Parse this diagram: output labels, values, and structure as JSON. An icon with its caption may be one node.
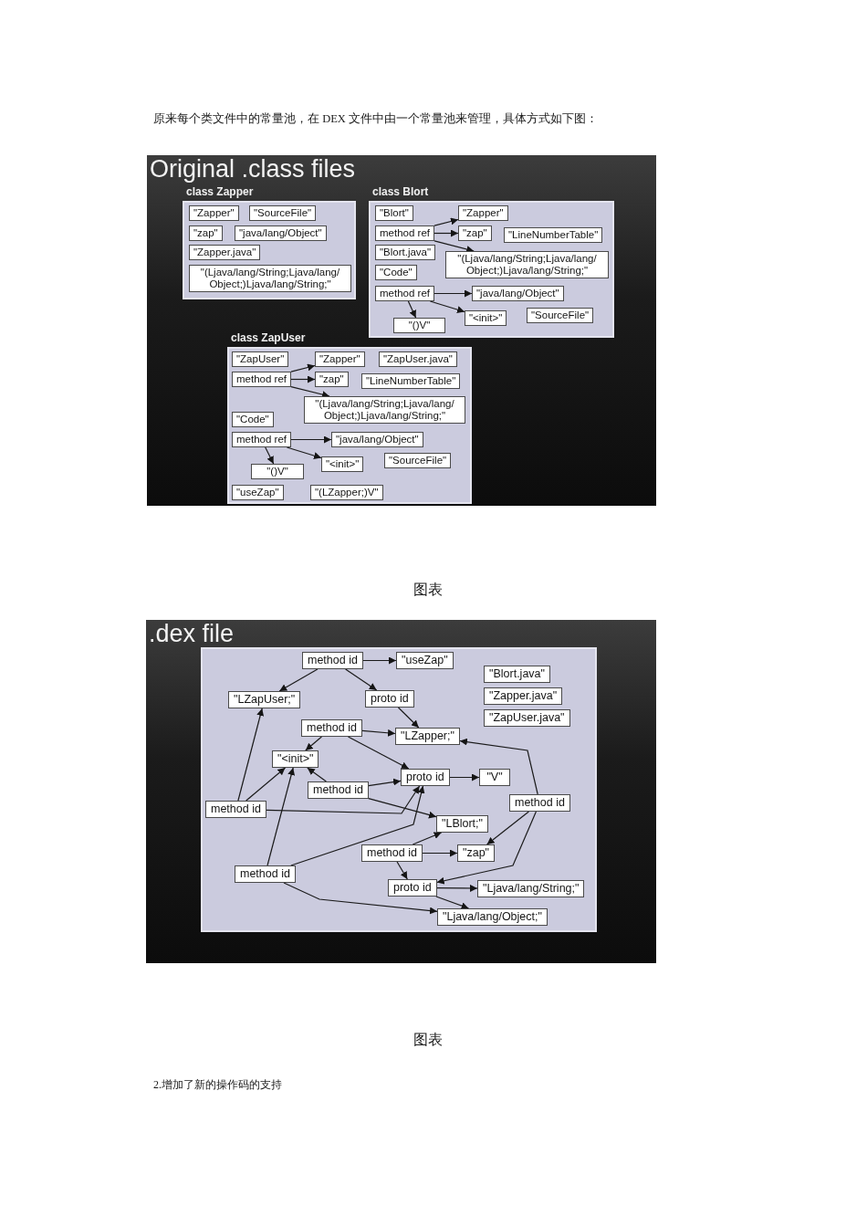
{
  "diagram": {
    "nodes": [
      {
        "text": [
          "Original .class files"
        ]
      },
      {
        "text": [
          "class Zapper"
        ],
        "in": 0
      },
      {
        "text": [
          "\"Zapper\""
        ],
        "in": 1
      },
      {
        "text": [
          "\"SourceFile\""
        ],
        "in": 1
      },
      {
        "text": [
          "\"zap\""
        ],
        "in": 1
      },
      {
        "text": [
          "\"java/lang/Object\""
        ],
        "in": 1
      },
      {
        "text": [
          "\"Zapper.java\""
        ],
        "in": 1
      },
      {
        "text": [
          "\"(Ljava/lang/String;Ljava/lang/ Object;)Ljava/lang/String;\""
        ],
        "in": 1
      },
      {
        "text": [
          "class Blort"
        ],
        "in": 0
      },
      {
        "text": [
          "\"Blort\""
        ],
        "in": 8
      },
      {
        "text": [
          "\"Zapper\""
        ],
        "in": 8
      },
      {
        "text": [
          "method ref"
        ],
        "in": 8
      },
      {
        "text": [
          "\"zap\""
        ],
        "in": 8
      },
      {
        "text": [
          "\"LineNumberTable\""
        ],
        "in": 8
      },
      {
        "text": [
          "\"Blort.java\""
        ],
        "in": 8
      },
      {
        "text": [
          "\"(Ljava/lang/String;Ljava/lang/ Object;)Ljava/lang/String;\""
        ],
        "in": 8
      },
      {
        "text": [
          "\"Code\""
        ],
        "in": 8
      },
      {
        "text": [
          "method ref"
        ],
        "in": 8
      },
      {
        "text": [
          "\"java/lang/Object\""
        ],
        "in": 8
      },
      {
        "text": [
          "\"<init>\""
        ],
        "in": 8
      },
      {
        "text": [
          "\"SourceFile\""
        ],
        "in": 8
      },
      {
        "text": [
          "\"()V\""
        ],
        "in": 8
      },
      {
        "text": [
          "class ZapUser"
        ],
        "in": 0
      },
      {
        "text": [
          "\"ZapUser\""
        ],
        "in": 22
      },
      {
        "text": [
          "\"Zapper\""
        ],
        "in": 22
      },
      {
        "text": [
          "\"ZapUser.java\""
        ],
        "in": 22
      },
      {
        "text": [
          "method ref"
        ],
        "in": 22
      },
      {
        "text": [
          "\"zap\""
        ],
        "in": 22
      },
      {
        "text": [
          "\"LineNumberTable\""
        ],
        "in": 22
      },
      {
        "text": [
          "\"(Ljava/lang/String;Ljava/lang/ Object;)Ljava/lang/String;\""
        ],
        "in": 22
      },
      {
        "text": [
          "\"Code\""
        ],
        "in": 22
      },
      {
        "text": [
          "method ref"
        ],
        "in": 22
      },
      {
        "text": [
          "\"java/lang/Object\""
        ],
        "in": 22
      },
      {
        "text": [
          "\"<init>\""
        ],
        "in": 22
      },
      {
        "text": [
          "\"SourceFile\""
        ],
        "in": 22
      },
      {
        "text": [
          "\"()V\""
        ],
        "in": 22
      },
      {
        "text": [
          "\"useZap\""
        ],
        "in": 22
      },
      {
        "text": [
          "\"(LZapper;)V\""
        ],
        "in": 22
      },
      {
        "text": [
          ".dex file"
        ]
      },
      {
        "text": [],
        "shape": "box",
        "in": 38
      },
      {
        "text": [
          "method id"
        ],
        "in": 39
      },
      {
        "text": [
          "\"useZap\""
        ],
        "in": 39
      },
      {
        "text": [
          "\"Blort.java\""
        ],
        "in": 39
      },
      {
        "text": [
          "\"LZapUser;\""
        ],
        "in": 39
      },
      {
        "text": [
          "proto id"
        ],
        "in": 39
      },
      {
        "text": [
          "\"Zapper.java\""
        ],
        "in": 39
      },
      {
        "text": [
          "\"ZapUser.java\""
        ],
        "in": 39
      },
      {
        "text": [
          "method id"
        ],
        "in": 39
      },
      {
        "text": [
          "\"LZapper;\""
        ],
        "in": 39
      },
      {
        "text": [
          "\"<init>\""
        ],
        "in": 39
      },
      {
        "text": [
          "proto id"
        ],
        "in": 39
      },
      {
        "text": [
          "\"V\""
        ],
        "in": 39
      },
      {
        "text": [
          "method id"
        ],
        "in": 39
      },
      {
        "text": [
          "method id"
        ],
        "in": 39
      },
      {
        "text": [
          "method id"
        ],
        "in": 39
      },
      {
        "text": [
          "\"LBlort;\""
        ],
        "in": 39
      },
      {
        "text": [
          "method id"
        ],
        "in": 39
      },
      {
        "text": [
          "\"zap\""
        ],
        "in": 39
      },
      {
        "text": [
          "method id"
        ],
        "in": 39
      },
      {
        "text": [
          "proto id"
        ],
        "in": 39
      },
      {
        "text": [
          "\"Ljava/lang/String;\""
        ],
        "in": 39
      },
      {
        "text": [
          "\"Ljava/lang/Object;\""
        ],
        "in": 39
      }
    ],
    "edges": [
      {
        "from": 11,
        "to": 10,
        "arrow": "to"
      },
      {
        "from": 11,
        "to": 12,
        "arrow": "to"
      },
      {
        "from": 11,
        "to": 15,
        "arrow": "to"
      },
      {
        "from": 17,
        "to": 18,
        "arrow": "to"
      },
      {
        "from": 17,
        "to": 19,
        "arrow": "to"
      },
      {
        "from": 17,
        "to": 21,
        "arrow": "to"
      },
      {
        "from": 26,
        "to": 24,
        "arrow": "to"
      },
      {
        "from": 26,
        "to": 27,
        "arrow": "to"
      },
      {
        "from": 26,
        "to": 29,
        "arrow": "to"
      },
      {
        "from": 31,
        "to": 32,
        "arrow": "to"
      },
      {
        "from": 31,
        "to": 33,
        "arrow": "to"
      },
      {
        "from": 31,
        "to": 35,
        "arrow": "to"
      },
      {
        "from": 40,
        "to": 41,
        "arrow": "to"
      },
      {
        "from": 40,
        "to": 43,
        "arrow": "to"
      },
      {
        "from": 40,
        "to": 44,
        "arrow": "to"
      },
      {
        "from": 44,
        "to": 48,
        "arrow": "to"
      },
      {
        "from": 47,
        "to": 48,
        "arrow": "to"
      },
      {
        "from": 47,
        "to": 49,
        "arrow": "to"
      },
      {
        "from": 47,
        "to": 50,
        "arrow": "to"
      },
      {
        "from": 50,
        "to": 51,
        "arrow": "to"
      },
      {
        "from": 52,
        "to": 49,
        "arrow": "to"
      },
      {
        "from": 52,
        "to": 50,
        "arrow": "to"
      },
      {
        "from": 52,
        "to": 55,
        "arrow": "to"
      },
      {
        "from": 53,
        "to": 48,
        "arrow": "to"
      },
      {
        "from": 53,
        "to": 57,
        "arrow": "to"
      },
      {
        "from": 53,
        "to": 59,
        "arrow": "to"
      },
      {
        "from": 54,
        "to": 43,
        "arrow": "to"
      },
      {
        "from": 54,
        "to": 49,
        "arrow": "to"
      },
      {
        "from": 54,
        "to": 50,
        "arrow": "to"
      },
      {
        "from": 56,
        "to": 55,
        "arrow": "to"
      },
      {
        "from": 56,
        "to": 57,
        "arrow": "to"
      },
      {
        "from": 56,
        "to": 59,
        "arrow": "to"
      },
      {
        "from": 58,
        "to": 49,
        "arrow": "to"
      },
      {
        "from": 58,
        "to": 50,
        "arrow": "to"
      },
      {
        "from": 58,
        "to": 61,
        "arrow": "to"
      },
      {
        "from": 59,
        "to": 60,
        "arrow": "to"
      },
      {
        "from": 59,
        "to": 61,
        "arrow": "to"
      }
    ],
    "labels": [
      "原来每个类文件中的常量池，在 DEX 文件中由一个常量池来管理，具体方式如下图：",
      "图表",
      "图表",
      "2.增加了新的操作码的支持"
    ]
  }
}
